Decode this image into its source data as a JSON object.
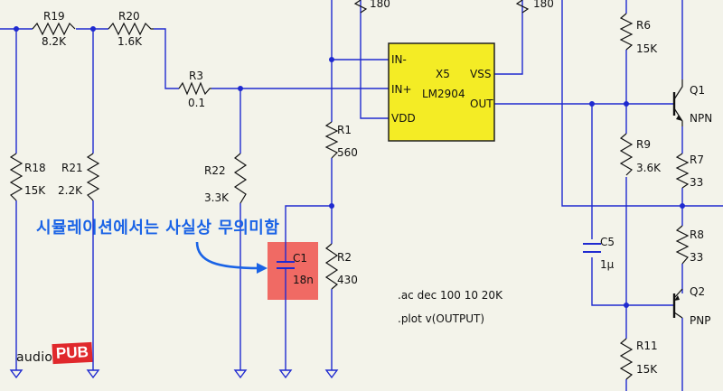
{
  "components": {
    "R19": {
      "ref": "R19",
      "value": "8.2K"
    },
    "R20": {
      "ref": "R20",
      "value": "1.6K"
    },
    "R3": {
      "ref": "R3",
      "value": "0.1"
    },
    "R18": {
      "ref": "R18",
      "value": "15K"
    },
    "R21": {
      "ref": "R21",
      "value": "2.2K"
    },
    "R22": {
      "ref": "R22",
      "value": "3.3K"
    },
    "R1": {
      "ref": "R1",
      "value": "560"
    },
    "R2": {
      "ref": "R2",
      "value": "430"
    },
    "C1": {
      "ref": "C1",
      "value": "18n"
    },
    "R6": {
      "ref": "R6",
      "value": "15K"
    },
    "R9": {
      "ref": "R9",
      "value": "3.6K"
    },
    "R7": {
      "ref": "R7",
      "value": "33"
    },
    "R8": {
      "ref": "R8",
      "value": "33"
    },
    "R11": {
      "ref": "R11",
      "value": "15K"
    },
    "C5": {
      "ref": "C5",
      "value": "1μ"
    },
    "Q1": {
      "ref": "Q1",
      "type": "NPN"
    },
    "Q2": {
      "ref": "Q2",
      "type": "PNP"
    },
    "top_left_value": "180",
    "top_right_value": "180"
  },
  "opamp": {
    "ref": "X5",
    "model": "LM2904",
    "pin_in_minus": "IN-",
    "pin_in_plus": "IN+",
    "pin_vdd": "VDD",
    "pin_vss": "VSS",
    "pin_out": "OUT",
    "fill_color": "#f4ec25"
  },
  "directives": {
    "ac": ".ac dec 100 10 20K",
    "plot": ".plot v(OUTPUT)"
  },
  "annotation": {
    "text": "시뮬레이션에서는 사실상 무의미함",
    "color": "#1a63e6",
    "highlight_color": "#f06a64"
  },
  "logo": {
    "prefix": "audio",
    "brand": "PUB"
  },
  "colors": {
    "wire": "#1f2ad0",
    "background": "#f3f3ea"
  }
}
